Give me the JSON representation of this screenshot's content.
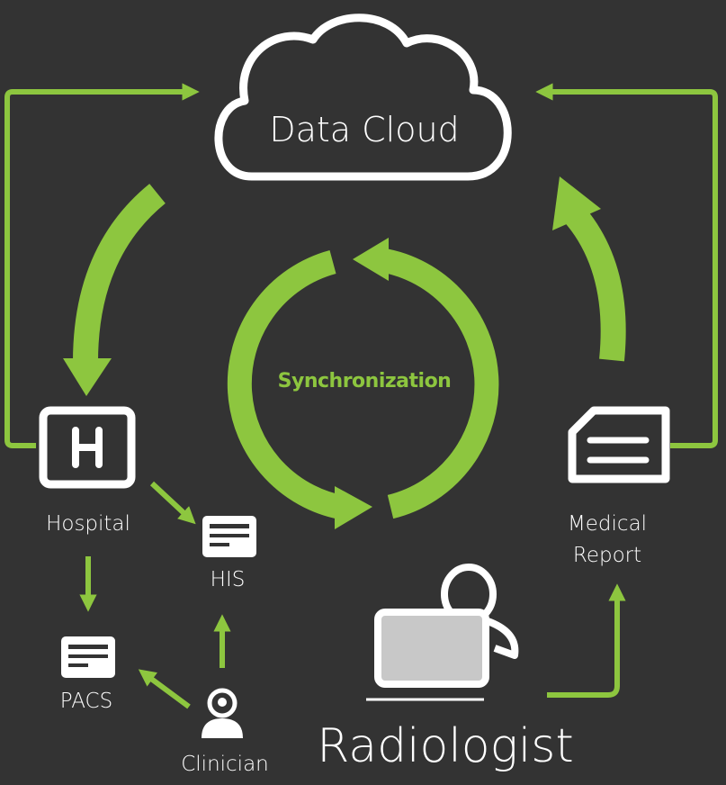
{
  "colors": {
    "background": "#333333",
    "accent_green": "#8dc63f",
    "white": "#ffffff",
    "screen_gray": "#c8c8c8"
  },
  "nodes": {
    "cloud": {
      "label": "Data Cloud",
      "icon": "cloud-icon"
    },
    "center": {
      "label": "Synchronization",
      "icon": "sync-cycle-icon"
    },
    "hospital": {
      "label": "Hospital",
      "icon": "hospital-h-icon"
    },
    "his": {
      "label": "HIS",
      "icon": "record-card-icon"
    },
    "pacs": {
      "label": "PACS",
      "icon": "record-card-icon"
    },
    "clinician": {
      "label": "Clinician",
      "icon": "clinician-person-icon"
    },
    "report": {
      "label_line1": "Medical",
      "label_line2": "Report",
      "icon": "document-icon"
    },
    "radiologist": {
      "label": "Radiologist",
      "icon": "radiologist-workstation-icon"
    }
  }
}
